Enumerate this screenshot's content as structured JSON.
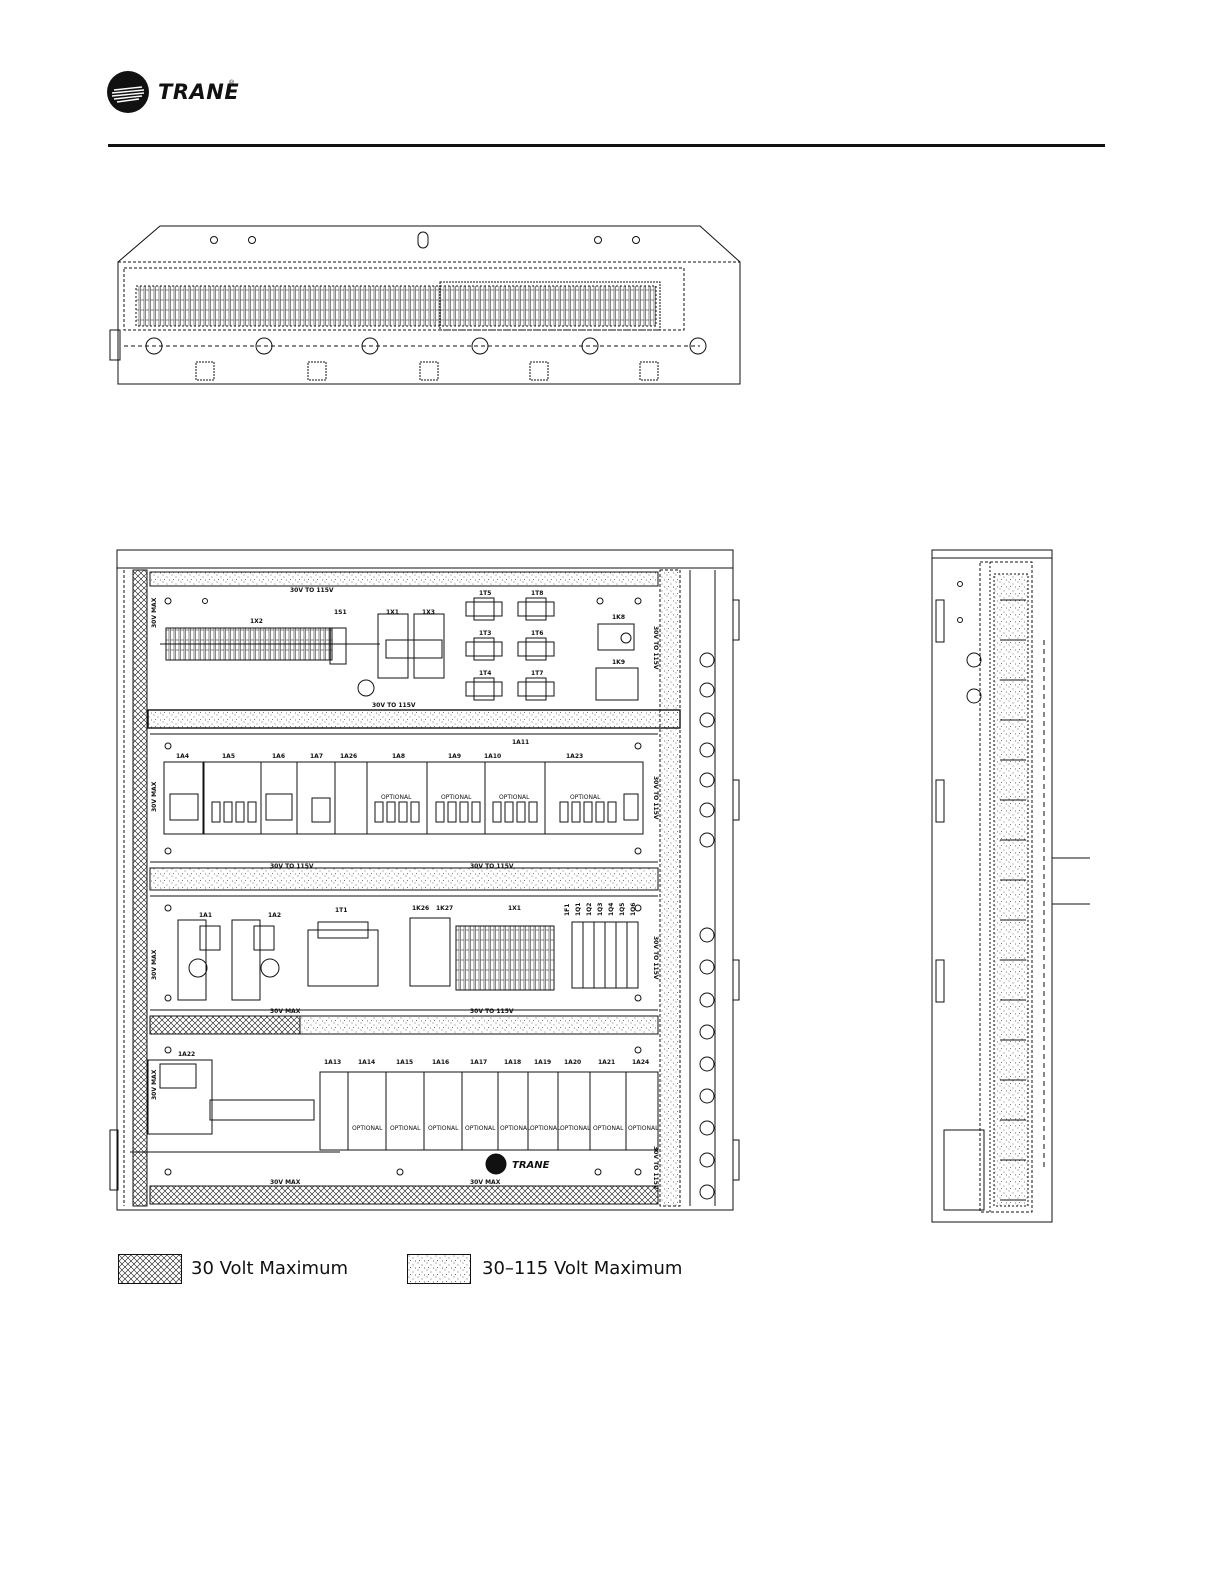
{
  "brand": {
    "logo_name": "TRANE",
    "registered_mark": "®"
  },
  "icons": {
    "logo": "trane-logo-icon"
  },
  "colors": {
    "line": "#111111",
    "background": "#ffffff"
  },
  "panel_labels": {
    "v30_115": "30V TO 115V",
    "v30_max": "30V MAX",
    "v30_max_vertical": "30V MAX",
    "v30_115_vertical": "30V TO 115V"
  },
  "row1_components": [
    "1X2",
    "1S1",
    "1X1",
    "1X3",
    "1T5",
    "1T8",
    "1T3",
    "1T6",
    "1T4",
    "1T7",
    "1K8",
    "1K9"
  ],
  "row2_components": [
    "1A4",
    "1A5",
    "1A6",
    "1A7",
    "1A26",
    "1A8",
    "1A9",
    "1A10",
    "1A11",
    "1A23"
  ],
  "row3_components": [
    "1A1",
    "1A2",
    "1T1",
    "1K26",
    "1K27",
    "1X1",
    "1F1",
    "1Q1",
    "1Q2",
    "1Q3",
    "1Q4",
    "1Q5",
    "1Q6"
  ],
  "row4_components": [
    "1A22",
    "1A13",
    "1A14",
    "1A15",
    "1A16",
    "1A17",
    "1A18",
    "1A19",
    "1A20",
    "1A21",
    "1A24"
  ],
  "optional_label": "OPTIONAL",
  "legend": [
    {
      "pattern": "crosshatch",
      "label": "30 Volt Maximum"
    },
    {
      "pattern": "stipple",
      "label": "30–115 Volt Maximum"
    }
  ]
}
